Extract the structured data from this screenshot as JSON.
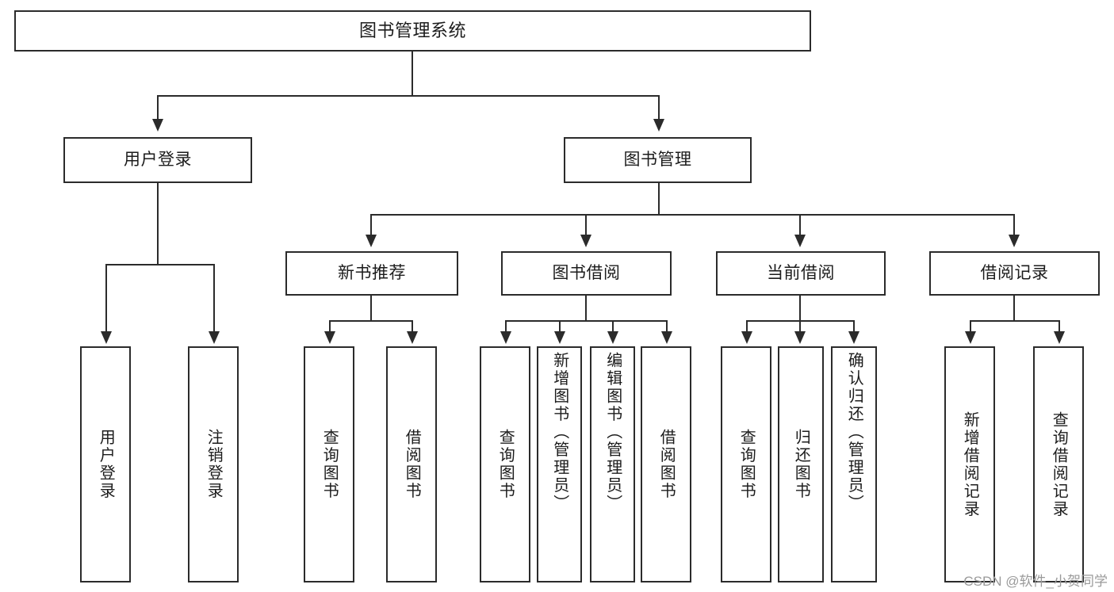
{
  "diagram": {
    "title": "图书管理系统",
    "type": "tree-hierarchy",
    "levels": 4,
    "colors": {
      "stroke": "#2b2b2b",
      "fill": "#ffffff",
      "text": "#1c1c1c",
      "watermark": "#9a9a9a"
    },
    "root": {
      "label": "图书管理系统"
    },
    "level2": [
      {
        "label": "用户登录"
      },
      {
        "label": "图书管理"
      }
    ],
    "level3": [
      {
        "label": "新书推荐"
      },
      {
        "label": "图书借阅"
      },
      {
        "label": "当前借阅"
      },
      {
        "label": "借阅记录"
      }
    ],
    "leaves": {
      "user_login": [
        {
          "label": "用户登录"
        },
        {
          "label": "注销登录"
        }
      ],
      "new_book_recommend": [
        {
          "label": "查询图书"
        },
        {
          "label": "借阅图书"
        }
      ],
      "book_borrow": [
        {
          "label": "查询图书"
        },
        {
          "label": "新增图书（管理员）"
        },
        {
          "label": "编辑图书（管理员）"
        },
        {
          "label": "借阅图书"
        }
      ],
      "current_borrow": [
        {
          "label": "查询图书"
        },
        {
          "label": "归还图书"
        },
        {
          "label": "确认归还（管理员）"
        }
      ],
      "borrow_record": [
        {
          "label": "新增借阅记录"
        },
        {
          "label": "查询借阅记录"
        }
      ]
    },
    "watermark": "CSDN @软件_小贺同学"
  }
}
